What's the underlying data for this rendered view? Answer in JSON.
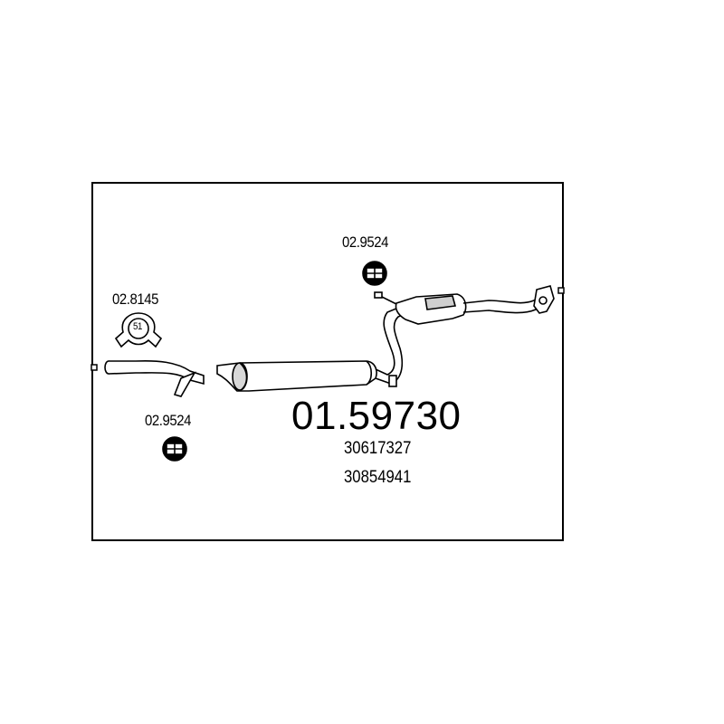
{
  "diagram": {
    "part_number": "01.59730",
    "oe_numbers": [
      "30617327",
      "30854941"
    ],
    "accessories": {
      "hanger_right": "02.9524",
      "hanger_left": "02.9524",
      "clamp": "02.8145",
      "clamp_size": "51"
    }
  }
}
